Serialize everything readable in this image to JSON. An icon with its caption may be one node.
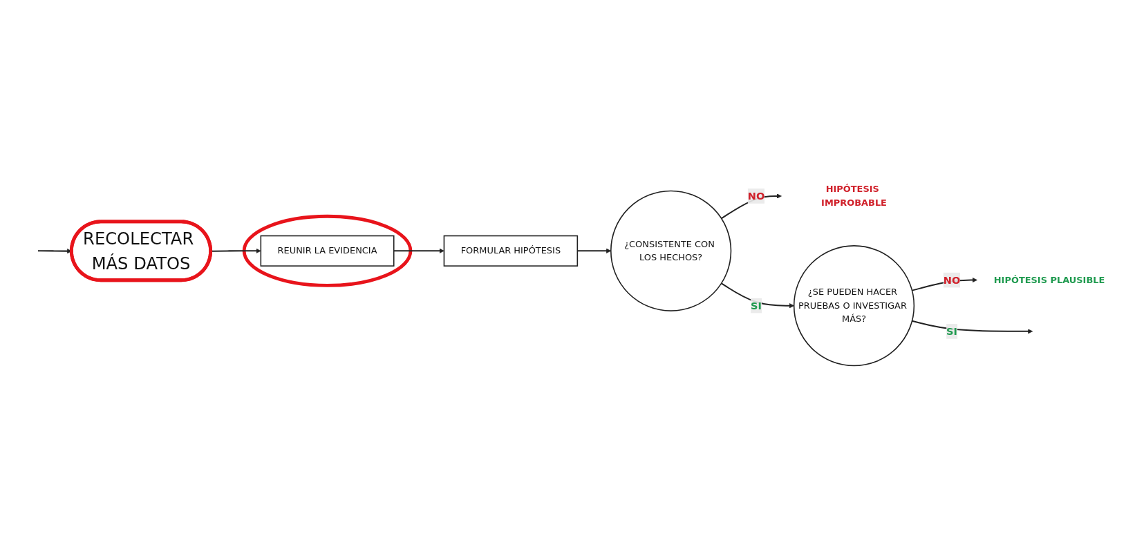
{
  "diagram": {
    "nodes": [
      {
        "text": [],
        "shape": "circle"
      },
      {
        "text": [
          "REUNIR LA EVIDENCIA"
        ],
        "in": 0
      },
      {
        "text": [
          "FORMULAR HIPÓTESIS"
        ]
      },
      {
        "text": [
          "¿CONSISTENTE CON LOS HECHOS?"
        ]
      },
      {
        "text": [
          "HIPÓTESIS IMPROBABLE"
        ]
      },
      {
        "text": [
          "¿SE PUEDEN HACER PRUEBAS O INVESTIGAR MÁS?"
        ]
      },
      {
        "text": [
          "HIPÓTESIS PLAUSIBLE"
        ]
      },
      {
        "text": [
          "RECOLECTAR MÁS DATOS"
        ]
      }
    ],
    "edges": [
      {
        "from": 1,
        "to": 2,
        "arrow": "to"
      },
      {
        "from": 2,
        "to": 3,
        "arrow": "to"
      },
      {
        "from": 3,
        "to": 5,
        "label": "SI",
        "arrow": "to"
      },
      {
        "from": 3,
        "to": 4,
        "label": "NO",
        "arrow": "to"
      },
      {
        "from": 5,
        "to": 6,
        "label": "NO",
        "arrow": "to"
      },
      {
        "from": 5,
        "to": null,
        "label": "SI",
        "arrow": "to"
      },
      {
        "from": null,
        "to": 7,
        "arrow": "to"
      },
      {
        "from": 7,
        "to": 1,
        "arrow": "to"
      }
    ]
  }
}
